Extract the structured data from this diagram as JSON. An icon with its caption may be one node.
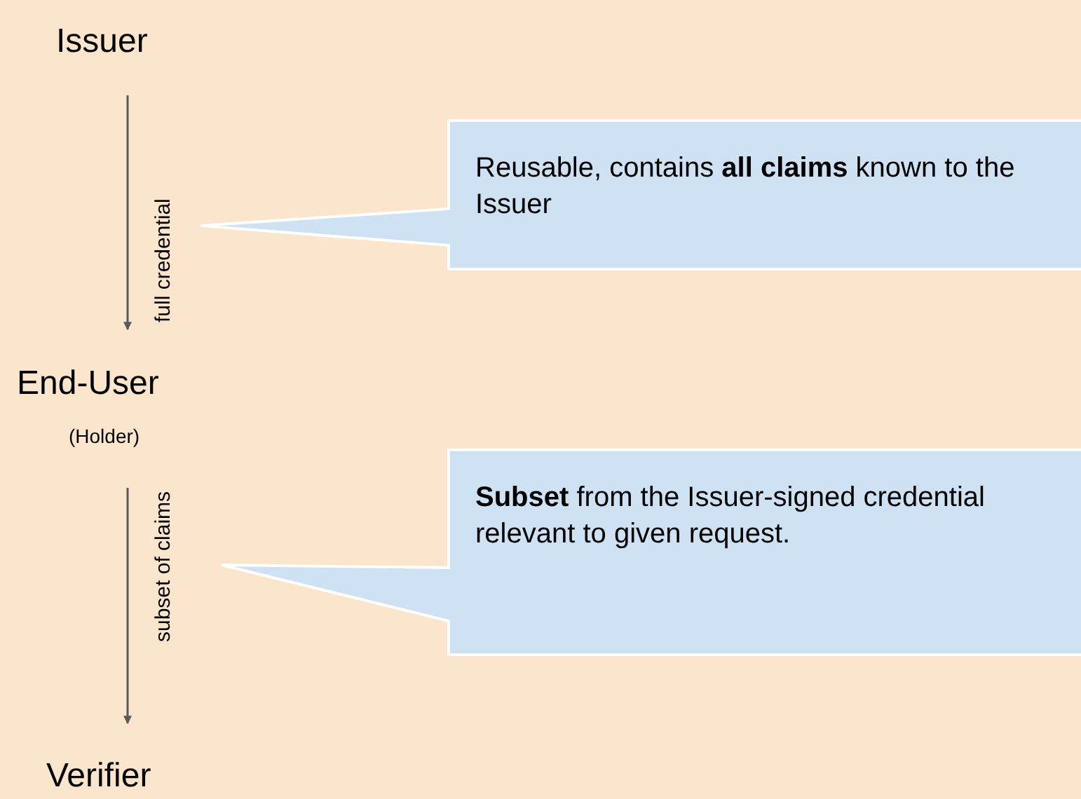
{
  "diagram": {
    "nodes": [
      {
        "text": [
          "Issuer"
        ]
      },
      {
        "text": [
          "End-User",
          "(Holder)"
        ]
      },
      {
        "text": [
          "Verifier"
        ]
      },
      {
        "text": [
          "Reusable, contains **all claims** known to the Issuer"
        ]
      },
      {
        "text": [
          "**Subset** from the Issuer-signed credential relevant to given request."
        ]
      }
    ],
    "edges": [
      {
        "from": 0,
        "to": 1,
        "arrow": "to",
        "label": "full credential"
      },
      {
        "from": 1,
        "to": 2,
        "arrow": "to",
        "label": "subset of claims"
      }
    ]
  }
}
